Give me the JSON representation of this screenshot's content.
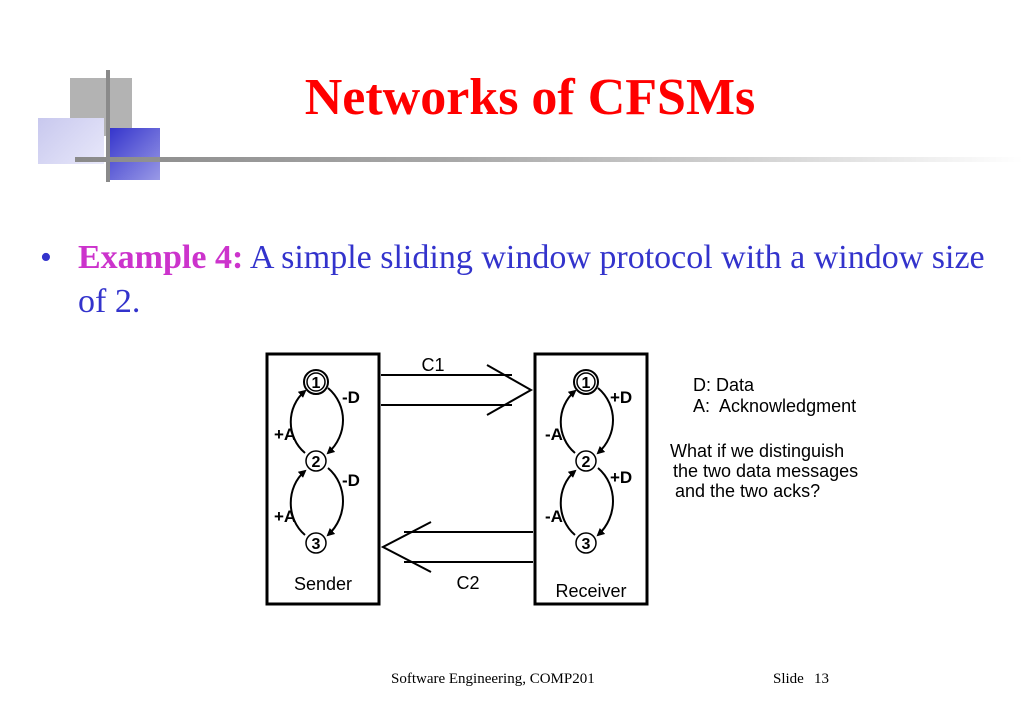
{
  "slide": {
    "title": "Networks of CFSMs",
    "bullet": {
      "marker": "•",
      "label": "Example 4:",
      "text": " A simple sliding window protocol with a window size of 2."
    }
  },
  "diagram": {
    "sender": {
      "label": "Sender",
      "states": [
        "1",
        "2",
        "3"
      ],
      "transitions": [
        "-D",
        "+A",
        "-D",
        "+A"
      ]
    },
    "receiver": {
      "label": "Receiver",
      "states": [
        "1",
        "2",
        "3"
      ],
      "transitions": [
        "+D",
        "-A",
        "+D",
        "-A"
      ]
    },
    "channels": {
      "c1": "C1",
      "c2": "C2"
    }
  },
  "legend": {
    "data": "D: Data",
    "ack": "A:  Acknowledgment"
  },
  "question": [
    "What if we distinguish",
    "the two data messages",
    "and the two acks?"
  ],
  "footer": {
    "course": "Software Engineering, COMP201",
    "slide_label": "Slide",
    "slide_number": "13"
  },
  "colors": {
    "title": "#ff0000",
    "body": "#3333cc",
    "highlight": "#cc33cc",
    "accent_blue": "#3333cc"
  }
}
